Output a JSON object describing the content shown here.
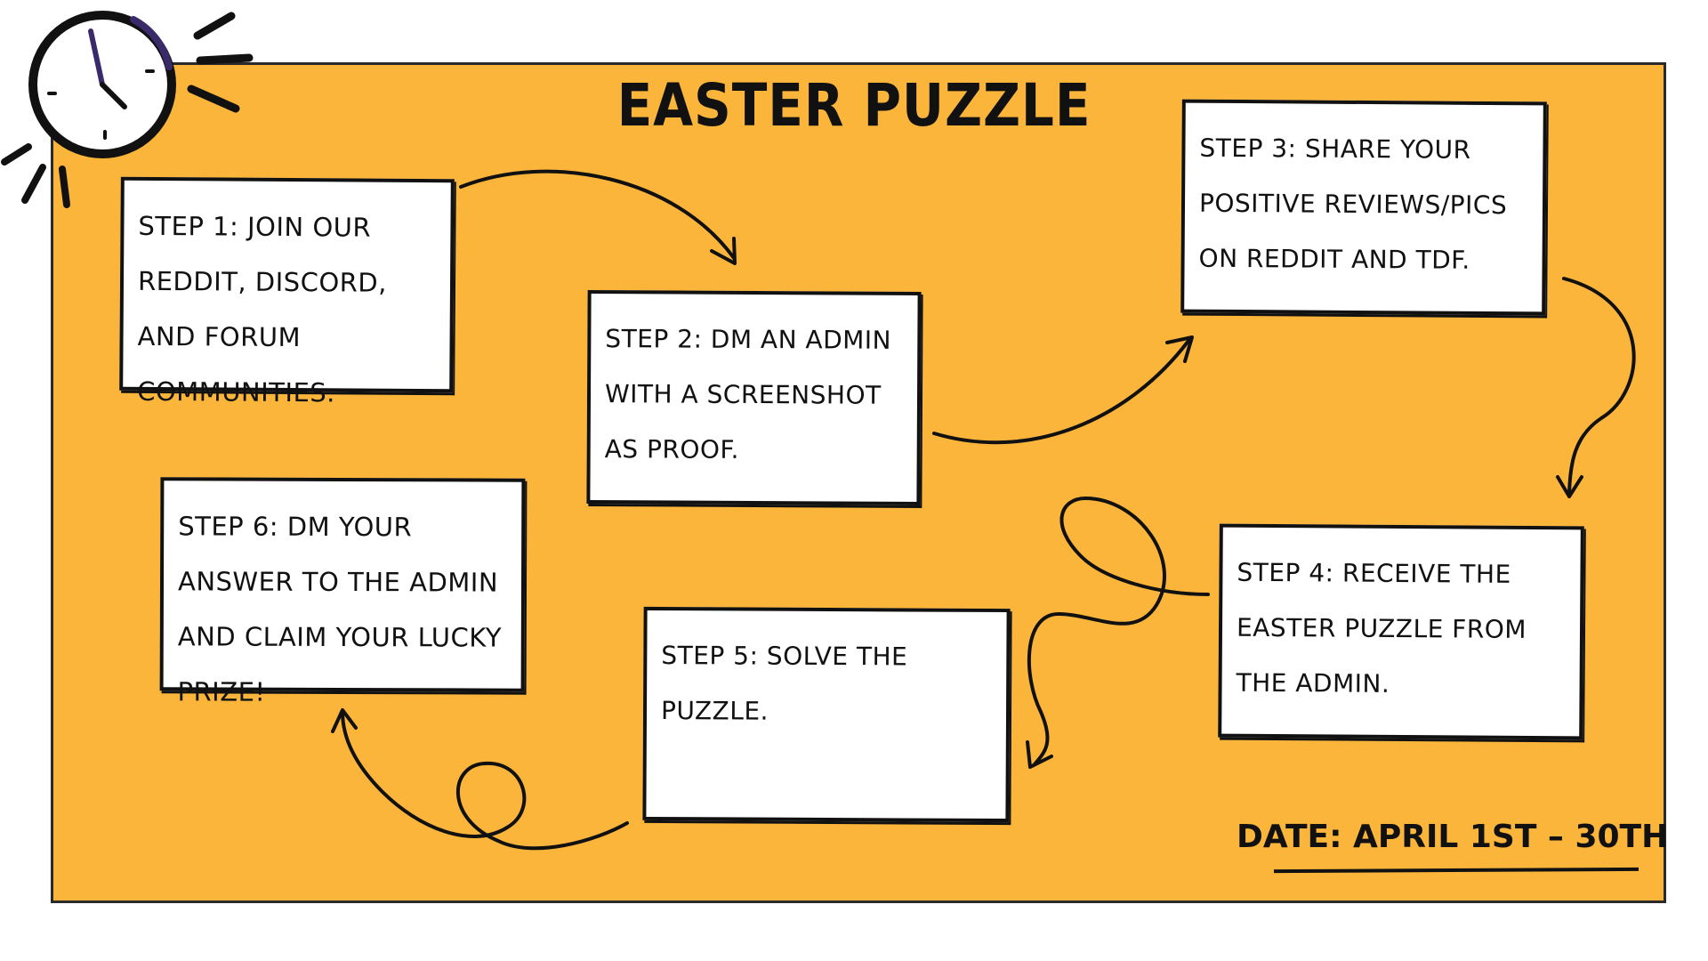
{
  "title": "EASTER PUZZLE",
  "steps": [
    {
      "text": "Step 1: Join our Reddit, Discord, and forum communities."
    },
    {
      "text": "Step 2: DM an admin with a screenshot as proof."
    },
    {
      "text": "Step 3: Share your positive reviews/pics on Reddit and TDF."
    },
    {
      "text": "Step 4: Receive the Easter puzzle from the admin."
    },
    {
      "text": "Step 5: Solve the puzzle."
    },
    {
      "text": "Step 6: DM your answer to the admin and claim your lucky prize!"
    }
  ],
  "date": "DATE: APRIL 1ST – 30TH",
  "colors": {
    "background": "#FBB53A",
    "box": "#FFFFFF",
    "ink": "#111111",
    "clock_accent": "#3A2A6A"
  },
  "icons": {
    "clock": "clock-icon"
  }
}
